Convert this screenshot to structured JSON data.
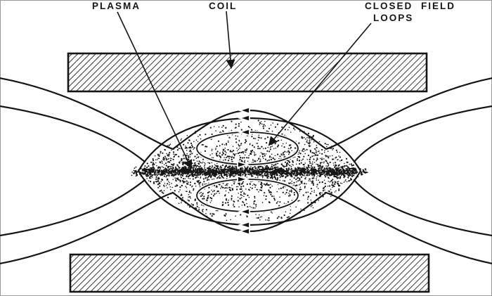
{
  "figure": {
    "background": "#ffffff",
    "ink": "#151515",
    "frame_color": "#999999"
  },
  "labels": {
    "plasma": "PLASMA",
    "coil": "COIL",
    "closed_field_line1": "CLOSED FIELD",
    "closed_field_line2": "LOOPS"
  }
}
